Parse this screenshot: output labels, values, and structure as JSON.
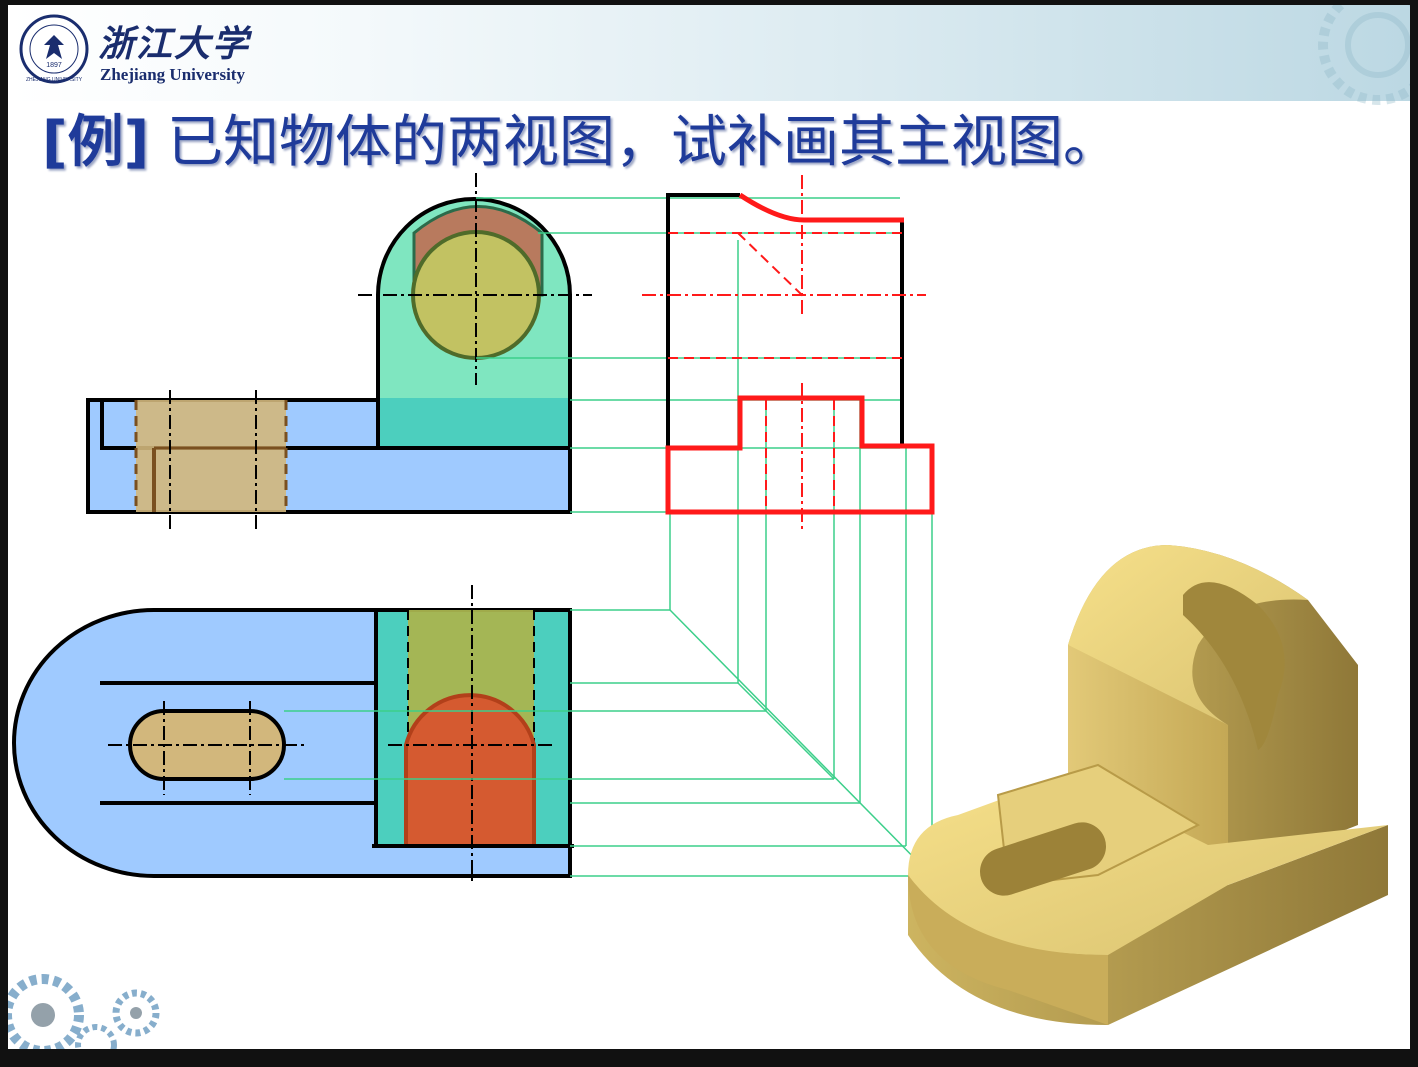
{
  "header": {
    "university_cn": "浙江大学",
    "university_en": "Zhejiang University",
    "logo_year": "1897",
    "logo_ring_text": "ZHEJIANG UNIVERSITY"
  },
  "title": {
    "tag": "[例]",
    "text": "已知物体的两视图，试补画其主视图。"
  },
  "colors": {
    "title": "#1f3b9a",
    "base_fill": "#9fcaff",
    "upright_fill": "#7fe6c0",
    "upright_dark": "#4ccfbe",
    "hole_fill": "#c2c262",
    "groove_fill": "#b87a5e",
    "slot_fill": "#d2b77c",
    "answer_lines": "#ff1a1a",
    "projection_lines": "#3ccf8a",
    "model_body": "#d9c270"
  },
  "views": [
    "side-view",
    "top-view",
    "front-view-answer",
    "isometric-model"
  ]
}
